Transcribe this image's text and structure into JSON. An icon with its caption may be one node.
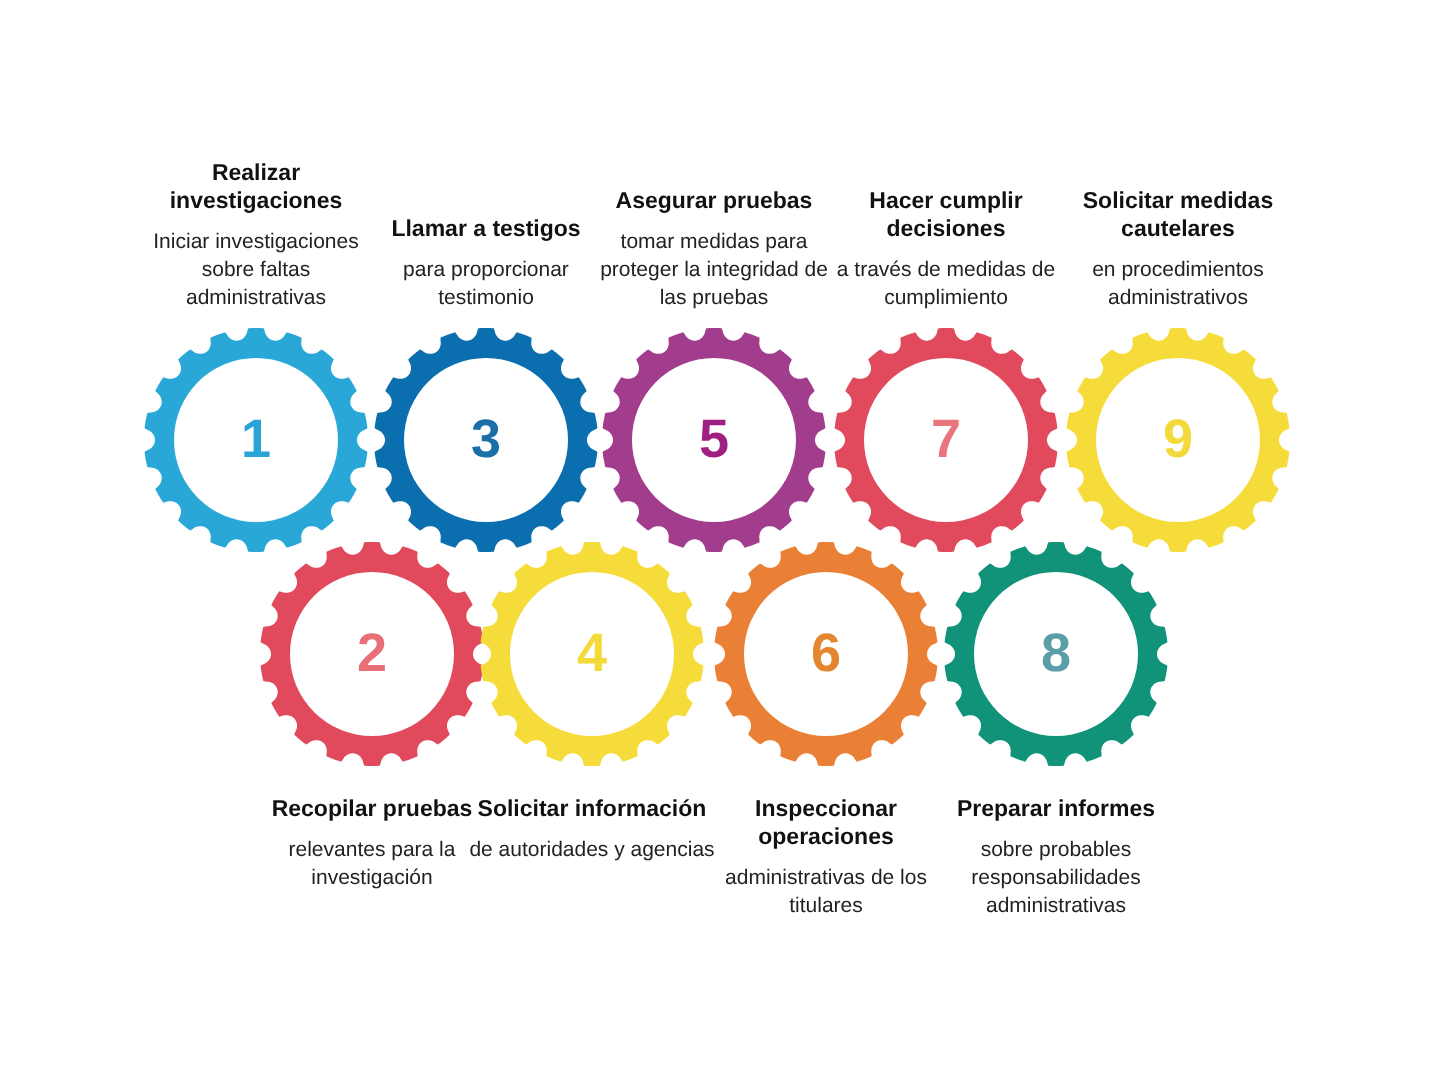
{
  "diagram": {
    "nodes": [
      {
        "text": [
          "1"
        ],
        "beside": [
          "Realizar investigaciones",
          "Iniciar investigaciones sobre faltas administrativas"
        ]
      },
      {
        "text": [
          "2"
        ],
        "beside": [
          "Recopilar pruebas",
          "relevantes para la investigación"
        ]
      },
      {
        "text": [
          "3"
        ],
        "beside": [
          "Llamar a testigos",
          "para proporcionar testimonio"
        ]
      },
      {
        "text": [
          "4"
        ],
        "beside": [
          "Solicitar información",
          "de autoridades y agencias"
        ]
      },
      {
        "text": [
          "5"
        ],
        "beside": [
          "Asegurar pruebas",
          "tomar medidas para proteger la integridad de las pruebas"
        ]
      },
      {
        "text": [
          "6"
        ],
        "beside": [
          "Inspeccionar operaciones",
          "administrativas de los titulares"
        ]
      },
      {
        "text": [
          "7"
        ],
        "beside": [
          "Hacer cumplir decisiones",
          "a través de medidas de cumplimiento"
        ]
      },
      {
        "text": [
          "8"
        ],
        "beside": [
          "Preparar informes",
          "sobre probables responsabilidades administrativas"
        ]
      },
      {
        "text": [
          "9"
        ],
        "beside": [
          "Solicitar medidas cautelares",
          "en procedimientos administrativos"
        ]
      }
    ]
  }
}
